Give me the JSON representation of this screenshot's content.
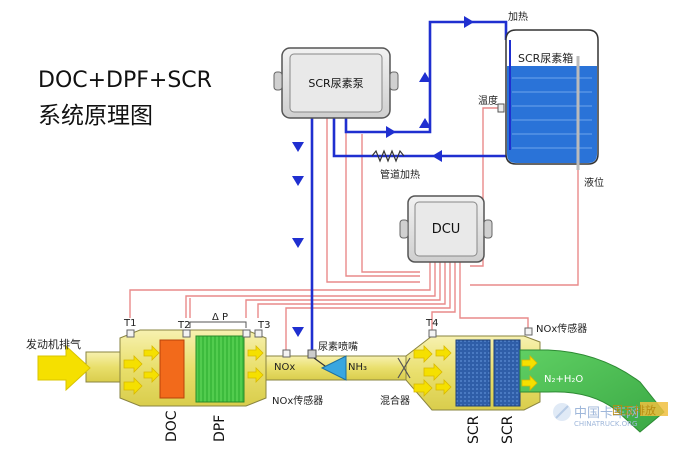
{
  "title": {
    "line1": "DOC+DPF+SCR",
    "line2": "系统原理图"
  },
  "components": {
    "pump": "SCR尿素泵",
    "tank": "SCR尿素箱",
    "dcu": "DCU",
    "doc": "DOC",
    "dpf": "DPF",
    "scr1": "SCR",
    "scr2": "SCR"
  },
  "labels": {
    "heating": "加热",
    "temperature": "温度",
    "pipe_heating": "管道加热",
    "level": "液位",
    "engine_exhaust": "发动机排气",
    "t1": "T1",
    "t2": "T2",
    "t3": "T3",
    "t4": "T4",
    "delta_p": "Δ P",
    "urea_nozzle": "尿素喷嘴",
    "nox_sensor_upstream": "NOx传感器",
    "nox_sensor_downstream": "NOx传感器",
    "nox_gas": "NOx",
    "nh3": "NH₃",
    "mixer": "混合器",
    "output_gas": "N₂+H₂O"
  },
  "watermark": {
    "text": "中国卡车网",
    "sub": "CHINATRUCK.ORG",
    "tag": "国五排放"
  },
  "colors": {
    "urea_line": "#1f2fd0",
    "signal_line": "#e98a8a",
    "tank_liquid": "#2a73d8",
    "pipe_yellow": "#efe68a",
    "doc_orange": "#f26a1b",
    "dpf_green": "#3dbb3d",
    "scr_blue": "#2f5ea8",
    "exhaust_arrow": "#f5e000",
    "nh3_blue": "#38a6e0",
    "exhaust_green": "#59c85c"
  }
}
